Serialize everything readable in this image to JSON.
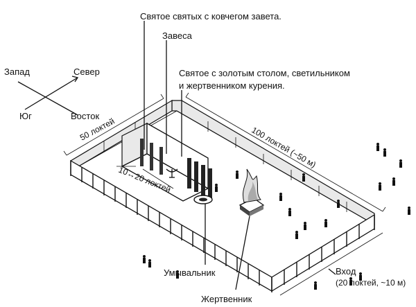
{
  "labels": {
    "holy_of_holies": "Святое святых с ковчегом завета.",
    "veil": "Завеса",
    "holy_place_1": "Святое с золотым столом, светильником",
    "holy_place_2": "и жертвенником курения.",
    "laver": "Умывальник",
    "altar": "Жертвенник",
    "entrance_1": "Вход",
    "entrance_2": "(20 локтей, ~10 м)"
  },
  "compass": {
    "west": "Запад",
    "north": "Север",
    "south": "Юг",
    "east": "Восток"
  },
  "dimensions": {
    "width": "50 локтей",
    "length": "100 локтей (~50 м)",
    "tent": "10↔20 локтей"
  }
}
